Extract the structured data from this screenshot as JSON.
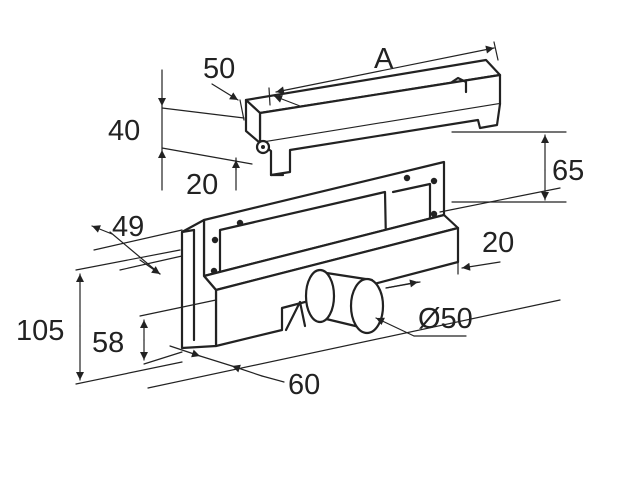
{
  "dimensions": {
    "length": "A",
    "cover_depth": "50",
    "cover_height": "40",
    "cover_offset": "20",
    "upper_height": "65",
    "outlet_offset": "20",
    "body_depth": "49",
    "outlet_diameter": "Ø50",
    "total_height": "105",
    "outlet_height": "58",
    "base_depth": "60"
  }
}
